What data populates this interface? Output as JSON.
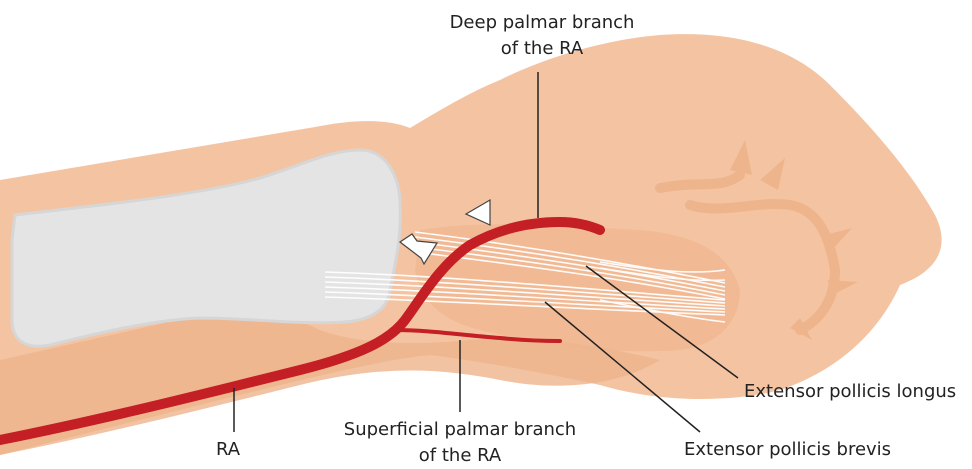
{
  "labels": {
    "deep_palmar_line1": "Deep palmar branch",
    "deep_palmar_line2": "of the RA",
    "superficial_palmar_line1": "Superficial palmar branch",
    "superficial_palmar_line2": "of the RA",
    "ra": "RA",
    "extensor_pollicis_longus": "Extensor pollicis longus",
    "extensor_pollicis_brevis": "Extensor pollicis brevis"
  },
  "colors": {
    "skin": "#f4c4a2",
    "skin_shadow": "#eeb48c",
    "bone": "#e4e4e4",
    "artery": "#c31f24",
    "tendon": "#ffffff",
    "leader_line": "#222222"
  },
  "markers": {
    "arrow": "white-arrow-marker",
    "arrowhead": "white-triangle-marker"
  }
}
